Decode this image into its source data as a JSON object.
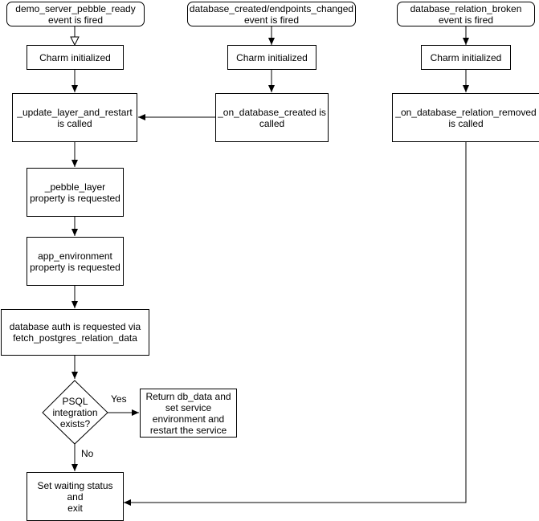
{
  "nodes": {
    "start_pebble_ready": "demo_server_pebble_ready\nevent is fired",
    "start_db_created": "database_created/endpoints_changed\nevent is fired",
    "start_relation_broken": "database_relation_broken\nevent is fired",
    "init_1": "Charm initialized",
    "init_2": "Charm initialized",
    "init_3": "Charm initialized",
    "update_layer": "_update_layer_and_restart\nis called",
    "on_db_created": "_on_database_created is\ncalled",
    "on_relation_removed": "_on_database_relation_removed\nis called",
    "pebble_layer": "_pebble_layer\nproperty is requested",
    "app_env": "app_environment\nproperty is requested",
    "db_auth": "database auth is requested via\nfetch_postgres_relation_data",
    "psql_decision": "PSQL\nintegration\nexists?",
    "return_db_data": "Return db_data and\nset service\nenvironment and\nrestart the service",
    "waiting_status": "Set waiting status and\nexit"
  },
  "edge_labels": {
    "yes": "Yes",
    "no": "No"
  }
}
